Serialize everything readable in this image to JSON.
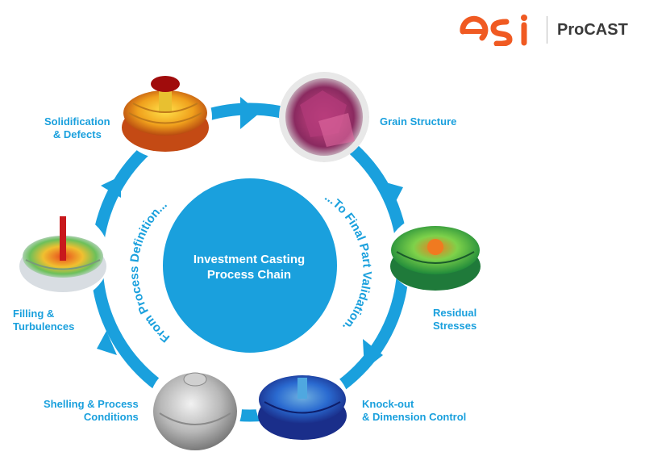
{
  "brand": {
    "logo_letters": "esi",
    "product": "ProCAST",
    "logo_color": "#f05a22"
  },
  "center": {
    "title_line1": "Investment Casting",
    "title_line2": "Process Chain",
    "color": "#1aa0dd"
  },
  "arc_text": {
    "left": "From Process Definition...",
    "right": "...To Final Part Validation."
  },
  "steps": [
    {
      "label_lines": [
        "Solidification",
        "& Defects"
      ],
      "icon": "solidification-render"
    },
    {
      "label_lines": [
        "Grain Structure"
      ],
      "icon": "grain-structure-render"
    },
    {
      "label_lines": [
        "Residual",
        "Stresses"
      ],
      "icon": "residual-stress-render"
    },
    {
      "label_lines": [
        "Knock-out",
        "& Dimension Control"
      ],
      "icon": "knockout-render"
    },
    {
      "label_lines": [
        "Shelling & Process",
        "Conditions"
      ],
      "icon": "shelling-render"
    },
    {
      "label_lines": [
        "Filling &",
        "Turbulences"
      ],
      "icon": "filling-render"
    }
  ],
  "ring_color": "#1aa0dd"
}
